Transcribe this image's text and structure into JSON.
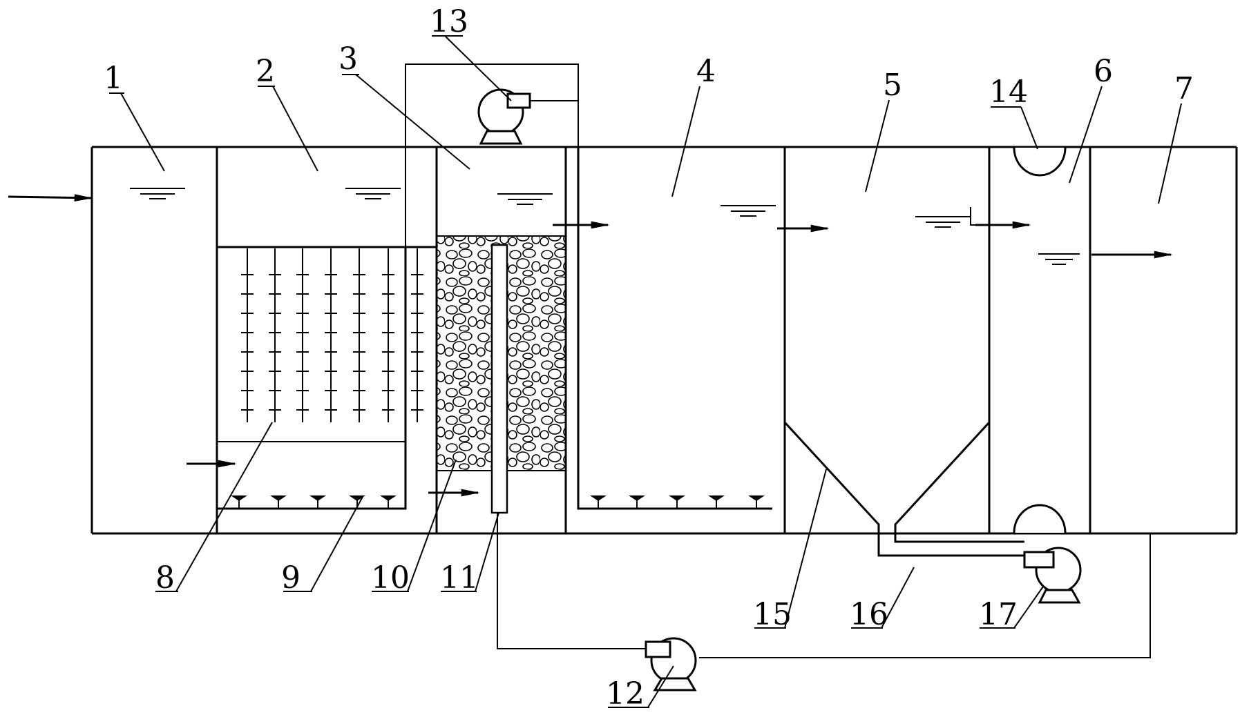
{
  "labels": {
    "n1": "1",
    "n2": "2",
    "n3": "3",
    "n4": "4",
    "n5": "5",
    "n6": "6",
    "n7": "7",
    "n8": "8",
    "n9": "9",
    "n10": "10",
    "n11": "11",
    "n12": "12",
    "n13": "13",
    "n14": "14",
    "n15": "15",
    "n16": "16",
    "n17": "17"
  },
  "colors": {
    "line": "#000000",
    "background": "#ffffff"
  }
}
